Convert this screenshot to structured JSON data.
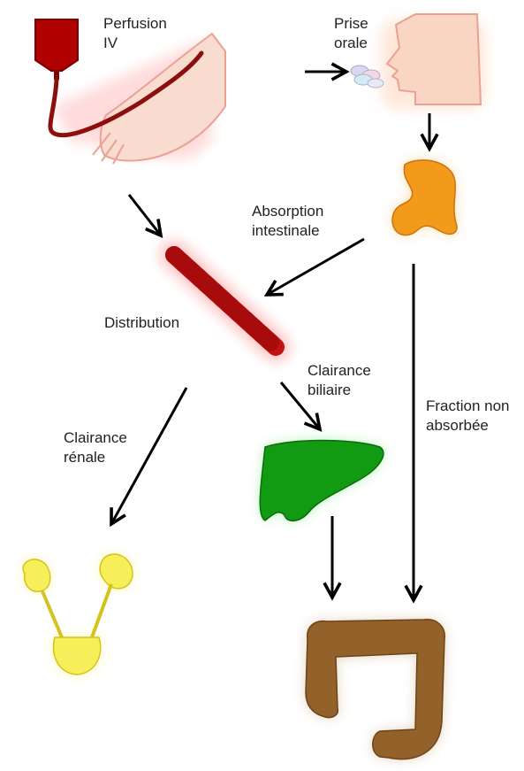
{
  "labels": {
    "perfusion_iv": "Perfusion\nIV",
    "prise_orale": "Prise\norale",
    "absorption_intestinale": "Absorption\nintestinale",
    "distribution": "Distribution",
    "clairance_biliaire": "Clairance\nbiliaire",
    "fraction_non_absorbee": "Fraction non\nabsorbée",
    "clairance_renale": "Clairance\nrénale"
  },
  "colors": {
    "iv_bag": "#b00000",
    "blood_vessel": "#c41010",
    "skin": "#f6cfc0",
    "skin_outline": "#eaa194",
    "stomach": "#f39a1a",
    "liver": "#139a13",
    "intestine": "#93622b",
    "kidney": "#f7ef5a",
    "arrow": "#000000"
  }
}
